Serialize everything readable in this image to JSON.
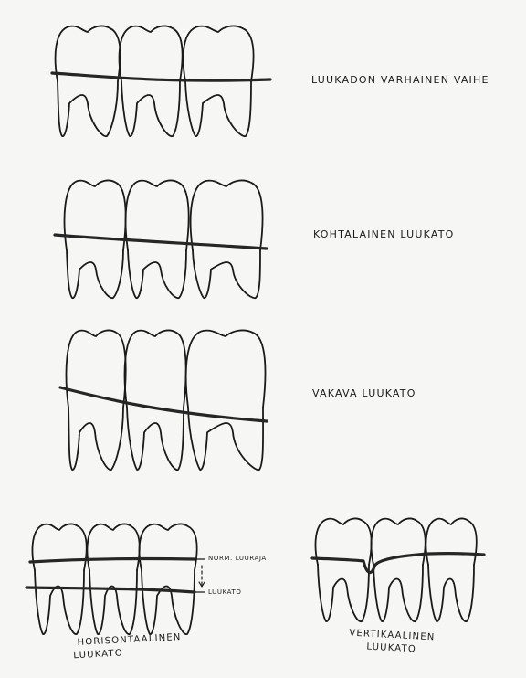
{
  "stages": [
    {
      "label": "LUUKADON VARHAINEN VAIHE"
    },
    {
      "label": "KOHTALAINEN LUUKATO"
    },
    {
      "label": "VAKAVA LUUKATO"
    }
  ],
  "horizontal": {
    "marker_top": "NORM. LUURAJA",
    "marker_bottom": "LUUKATO",
    "caption_line1": "HORISONTAALINEN",
    "caption_line2": "LUUKATO"
  },
  "vertical": {
    "caption_line1": "VERTIKAALINEN",
    "caption_line2": "LUUKATO"
  },
  "colors": {
    "ink": "#1a1a1a",
    "paper": "#f6f6f4",
    "bone_line": "#262626"
  }
}
